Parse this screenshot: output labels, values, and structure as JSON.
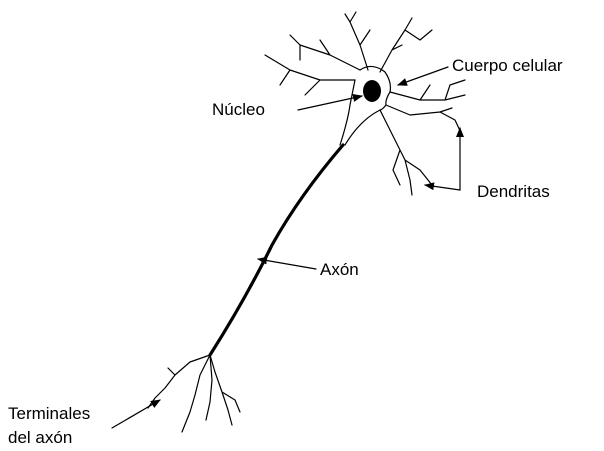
{
  "labels": {
    "cell_body": "Cuerpo celular",
    "nucleus": "Núcleo",
    "dendrites": "Dendritas",
    "axon": "Axón",
    "axon_terminals_line1": "Terminales",
    "axon_terminals_line2": "del axón"
  },
  "colors": {
    "line": "#000000",
    "background": "#ffffff"
  }
}
